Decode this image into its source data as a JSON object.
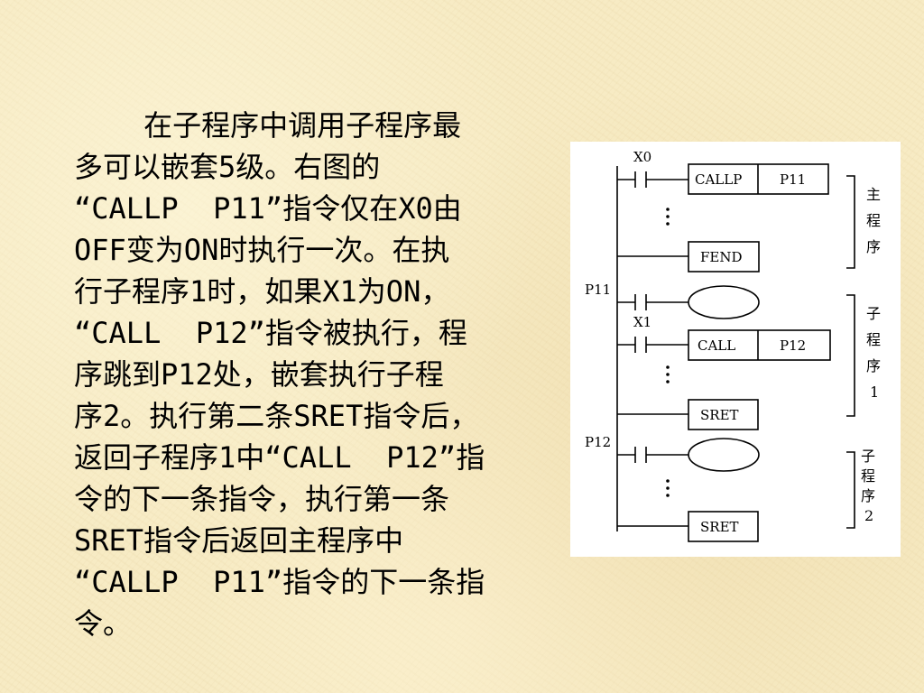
{
  "paragraph": {
    "lines": [
      "    在子程序中调用子程序最",
      "多可以嵌套5级。右图的",
      "“CALLP  P11”指令仅在X0由",
      "OFF变为ON时执行一次。在执",
      "行子程序1时，如果X1为ON，",
      "“CALL  P12”指令被执行，程",
      "序跳到P12处，嵌套执行子程",
      "序2。执行第二条SRET指令后，",
      "返回子程序1中“CALL  P12”指",
      "令的下一条指令，执行第一条",
      "SRET指令后返回主程序中",
      "“CALLP  P11”指令的下一条指",
      "令。"
    ]
  },
  "diagram": {
    "contacts": {
      "x0": "X0",
      "p11": "P11",
      "x1": "X1",
      "p12": "P12"
    },
    "boxes": {
      "callp": "CALLP",
      "callp_arg": "P11",
      "fend": "FEND",
      "call": "CALL",
      "call_arg": "P12",
      "sret1": "SRET",
      "sret2": "SRET"
    },
    "brackets": {
      "main": [
        "主",
        "程",
        "序"
      ],
      "sub1": [
        "子",
        "程",
        "序",
        "1"
      ],
      "sub2": [
        "子",
        "程",
        "序",
        "2"
      ]
    }
  }
}
